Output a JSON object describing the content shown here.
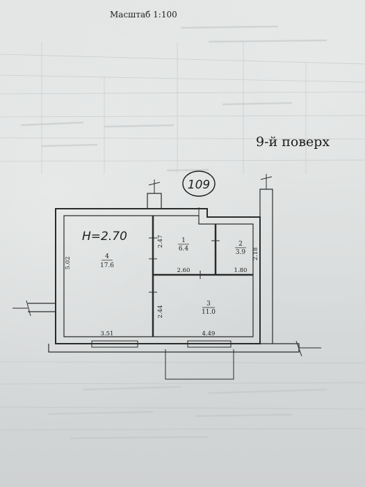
{
  "header": {
    "scale": "Масштаб 1:100",
    "floor": "9-й поверх"
  },
  "plan": {
    "height_note": "H=2.70",
    "circled_number": "109",
    "rooms": [
      {
        "number": "1",
        "area": "6.4"
      },
      {
        "number": "2",
        "area": "3.9"
      },
      {
        "number": "3",
        "area": "11.0"
      },
      {
        "number": "4",
        "area": "17.6"
      }
    ],
    "dimensions": {
      "left_height": "5.02",
      "room1_height": "2.47",
      "room2_height": "2.18",
      "room3_height": "2.44",
      "room1_width": "2.60",
      "room2_width": "1.80",
      "bottom_left": "3.51",
      "bottom_right": "4.49"
    }
  }
}
